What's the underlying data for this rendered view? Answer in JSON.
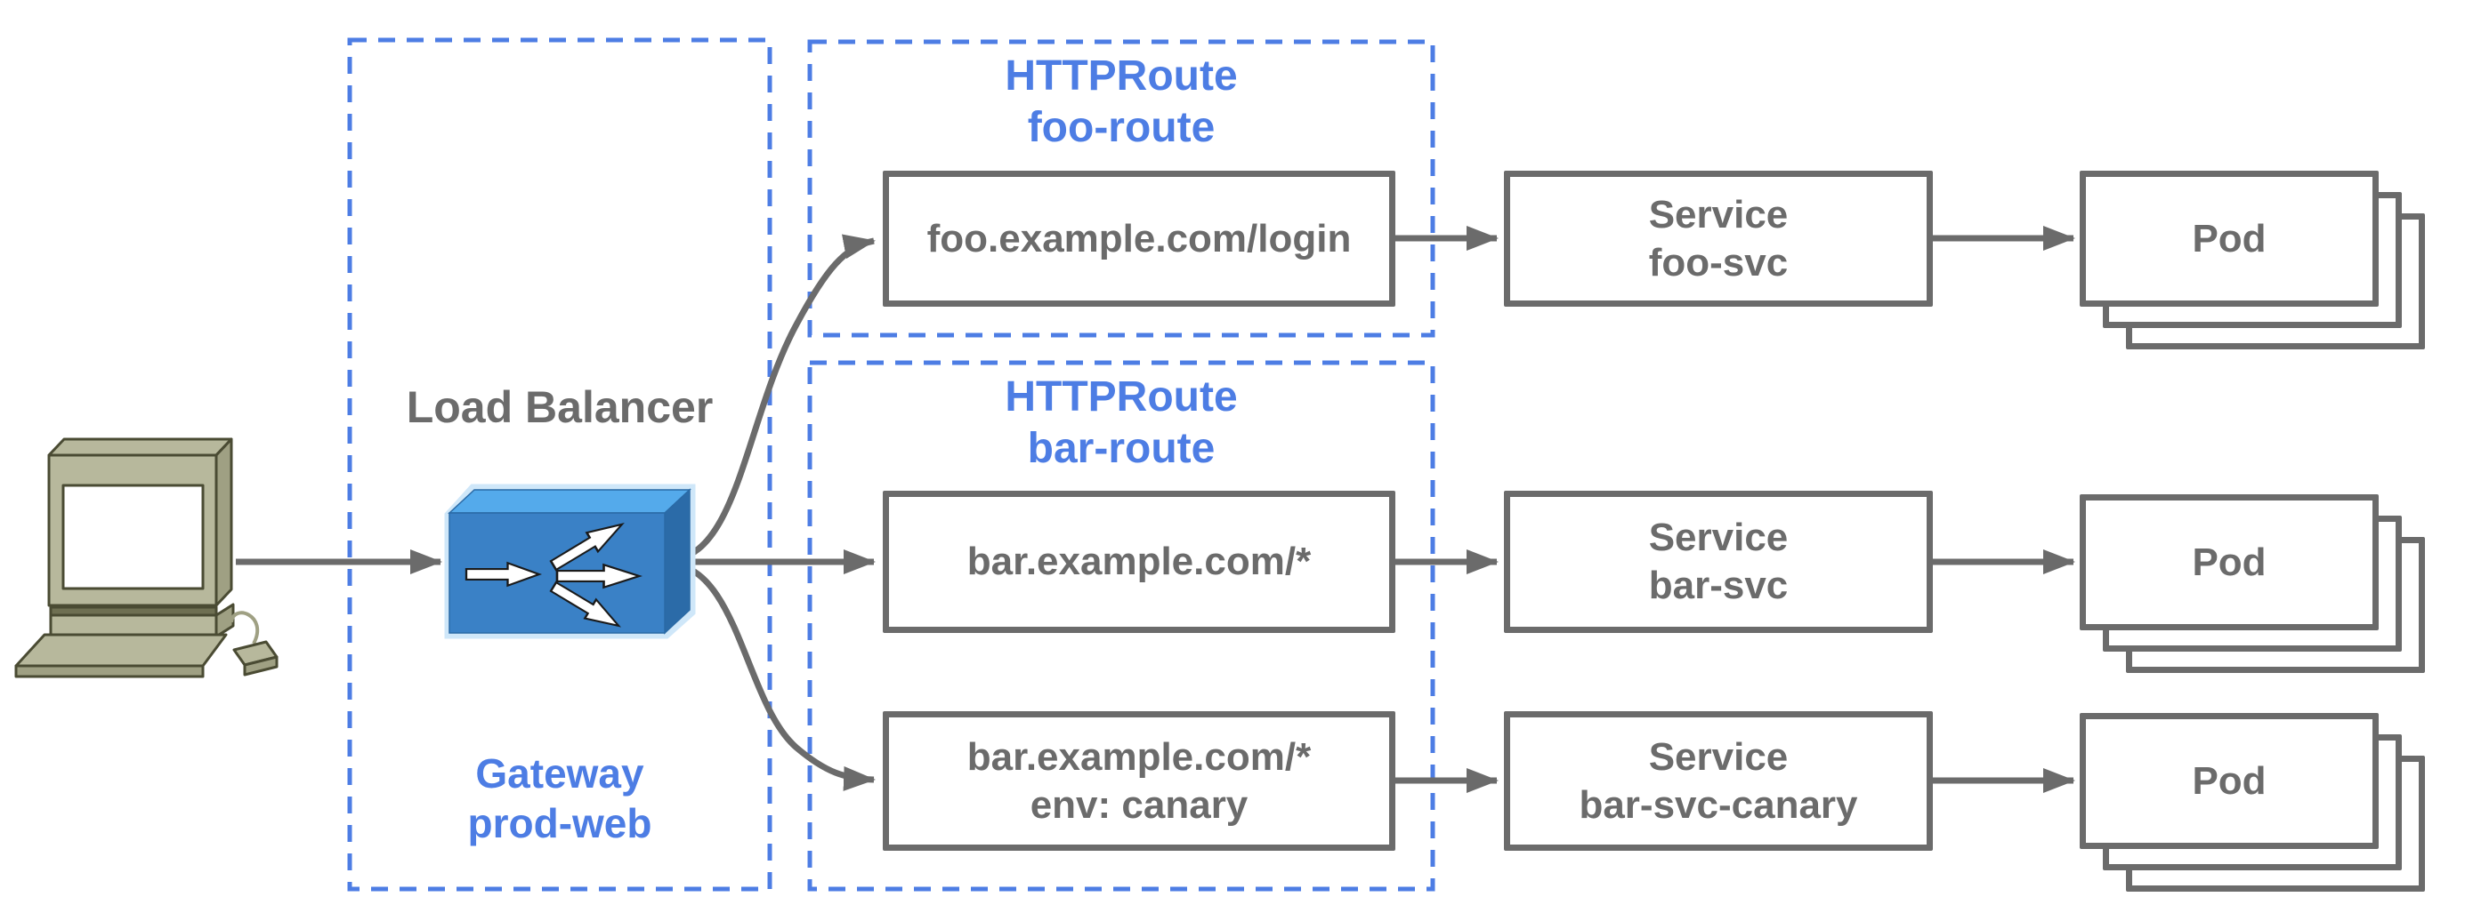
{
  "diagram_title": "Gateway API traffic routing diagram",
  "colors": {
    "accent_blue": "#4d7de4",
    "line_gray": "#6b6b6b",
    "router_front": "#3a81c6",
    "router_top": "#54aaeb",
    "router_side": "#2b6ba8",
    "computer_body": "#b7b89c",
    "computer_shade": "#9fa083",
    "computer_outline": "#4a4b33"
  },
  "icons": {
    "client": "desktop-computer-icon",
    "load_balancer": "router-icon"
  },
  "gateway": {
    "title": "Load Balancer",
    "caption_line1": "Gateway",
    "caption_line2": "prod-web"
  },
  "groups": [
    {
      "title_line1": "HTTPRoute",
      "title_line2": "foo-route"
    },
    {
      "title_line1": "HTTPRoute",
      "title_line2": "bar-route"
    }
  ],
  "rows": [
    {
      "route_line1": "foo.example.com/login",
      "service_line1": "Service",
      "service_line2": "foo-svc",
      "pod_label": "Pod"
    },
    {
      "route_line1": "bar.example.com/*",
      "service_line1": "Service",
      "service_line2": "bar-svc",
      "pod_label": "Pod"
    },
    {
      "route_line1": "bar.example.com/*",
      "route_line2": "env: canary",
      "service_line1": "Service",
      "service_line2": "bar-svc-canary",
      "pod_label": "Pod"
    }
  ]
}
